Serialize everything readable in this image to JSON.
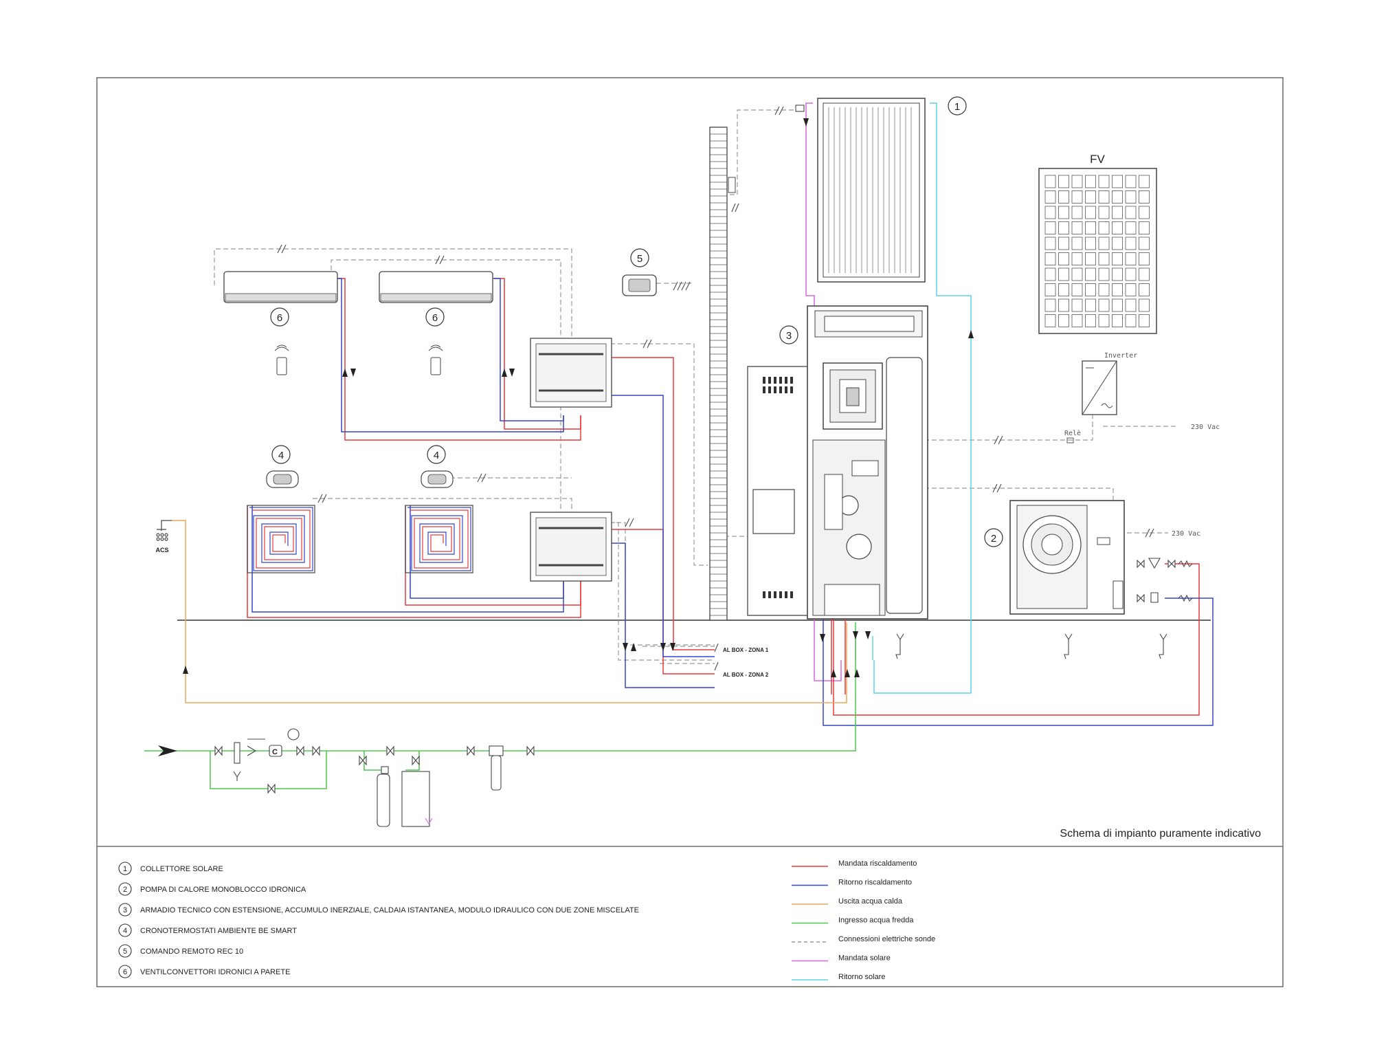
{
  "diagram": {
    "caption": "Schema di impianto puramente indicativo",
    "fv_label": "FV",
    "inverter_label": "Inverter",
    "rele_label": "Relè",
    "vac_label_1": "230 Vac",
    "vac_label_2": "230 Vac",
    "acs_label": "ACS",
    "zone1_label": "AL BOX - ZONA 1",
    "zone2_label": "AL BOX - ZONA 2",
    "tag_collector": "C",
    "callouts": {
      "solar_collector": "1",
      "heat_pump": "2",
      "technical_cabinet": "3",
      "thermostat_a": "4",
      "thermostat_b": "4",
      "remote_control": "5",
      "fan_coil_a": "6",
      "fan_coil_b": "6"
    }
  },
  "legend": {
    "components": [
      {
        "num": "1",
        "text": "COLLETTORE SOLARE"
      },
      {
        "num": "2",
        "text": "POMPA DI CALORE MONOBLOCCO IDRONICA"
      },
      {
        "num": "3",
        "text": "ARMADIO TECNICO CON ESTENSIONE, ACCUMULO INERZIALE, CALDAIA ISTANTANEA, MODULO IDRAULICO CON DUE ZONE MISCELATE"
      },
      {
        "num": "4",
        "text": "CRONOTERMOSTATI AMBIENTE BE SMART"
      },
      {
        "num": "5",
        "text": "COMANDO REMOTO REC 10"
      },
      {
        "num": "6",
        "text": "VENTILCONVETTORI IDRONICI A PARETE"
      }
    ],
    "lines": [
      {
        "text": "Mandata riscaldamento",
        "color": "#e8393c",
        "dash": false
      },
      {
        "text": "Ritorno riscaldamento",
        "color": "#3545c8",
        "dash": false
      },
      {
        "text": "Uscita acqua calda",
        "color": "#f0a55a",
        "dash": false
      },
      {
        "text": "Ingresso acqua fredda",
        "color": "#4cc94c",
        "dash": false
      },
      {
        "text": "Connessioni elettriche sonde",
        "color": "#999999",
        "dash": true
      },
      {
        "text": "Mandata solare",
        "color": "#d966e0",
        "dash": false
      },
      {
        "text": "Ritorno solare",
        "color": "#5ad6e0",
        "dash": false
      }
    ]
  },
  "colors": {
    "red": "#e8393c",
    "blue": "#3545c8",
    "orange": "#f0a55a",
    "green": "#4cc94c",
    "grey": "#999999",
    "magenta": "#d966e0",
    "cyan": "#5ad6e0",
    "ink": "#333333"
  }
}
